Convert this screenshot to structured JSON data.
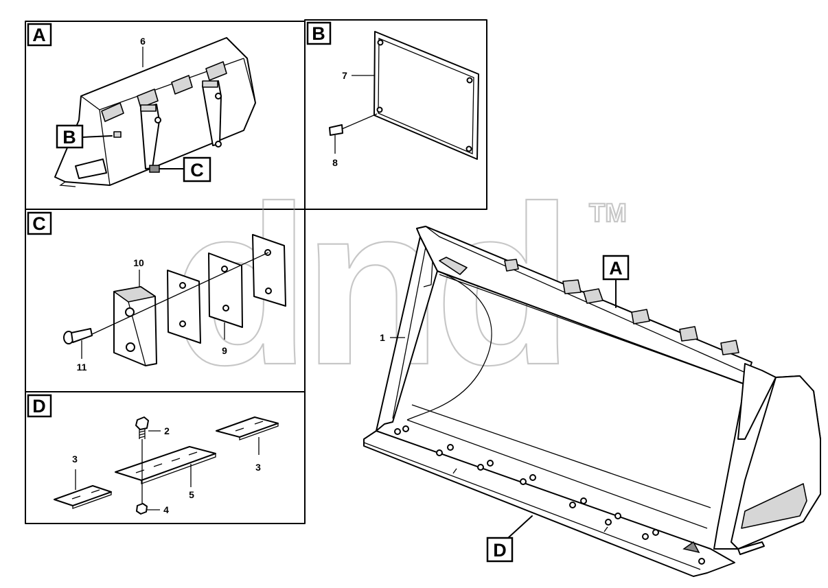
{
  "panels": {
    "a": {
      "label": "A",
      "callout": "6",
      "inset_b": "B",
      "inset_c": "C"
    },
    "b": {
      "label": "B",
      "callout_plate": "7",
      "callout_screw": "8"
    },
    "c": {
      "label": "C",
      "callout_block": "10",
      "callout_shim": "9",
      "callout_screw": "11"
    },
    "d": {
      "label": "D",
      "callout_bolt": "2",
      "callout_nut": "4",
      "callout_edge": "5",
      "callout_seg_left": "3",
      "callout_seg_right": "3"
    }
  },
  "main": {
    "callout_bucket": "1",
    "marker_a": "A",
    "marker_d": "D"
  },
  "watermark": {
    "text": "dnd",
    "tm": "TM"
  }
}
